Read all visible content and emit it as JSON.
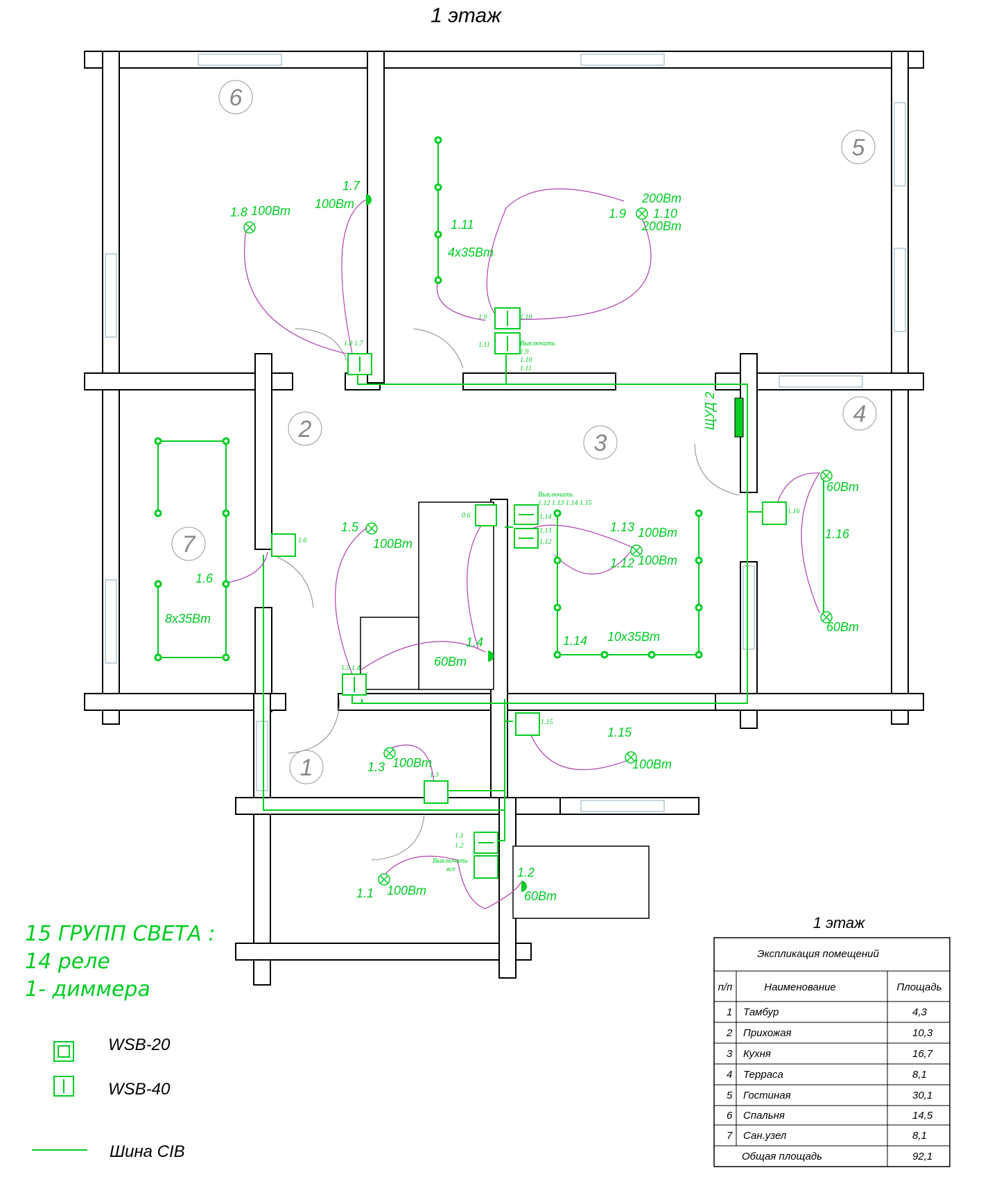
{
  "title": "1 этаж",
  "room_numbers": [
    "1",
    "2",
    "3",
    "4",
    "5",
    "6",
    "7"
  ],
  "lights": {
    "l1_1": "1.1",
    "w1_1": "100Вт",
    "l1_2": "1.2",
    "w1_2": "60Вт",
    "l1_3": "1.3",
    "w1_3": "100Вт",
    "l1_4": "1.4",
    "w1_4": "60Вт",
    "l1_5": "1.5",
    "w1_5": "100Вт",
    "l1_6": "1.6",
    "w1_6": "8х35Вт",
    "l1_7": "1.7",
    "w1_7": "100Вт",
    "l1_8": "1.8",
    "w1_8": "100Вт",
    "l1_9": "1.9",
    "w1_9": "200Вт",
    "l1_10": "1.10",
    "w1_10": "200Вт",
    "l1_11": "1.11",
    "w1_11": "4х35Вт",
    "l1_12": "1.12",
    "w1_12": "100Вт",
    "l1_13": "1.13",
    "w1_13": "100Вт",
    "l1_14": "1.14",
    "w1_14": "10х35Вт",
    "l1_15": "1.15",
    "w1_15": "100Вт",
    "l1_16": "1.16",
    "w1_16a": "60Вт",
    "w1_16b": "60Вт"
  },
  "panel_label": "ЩУД 2",
  "switch_notes": {
    "off_all": "Выключить",
    "off_all_word": "все",
    "s_18_17": "1.8  1.7",
    "s_19": "1.9",
    "s_110": "1.10",
    "s_111": "1.11",
    "s_list_9_11": [
      "1.9",
      "1.10",
      "1.11"
    ],
    "s_16": "1.6",
    "s_06": "0.6",
    "s_list_12_15": "1.12 1.13  1.14 1.15",
    "s_114": "1.14",
    "s_113": "1.13",
    "s_112": "1.12",
    "s_116": "1.16",
    "s_15_14": "1.5 1.4",
    "s_115": "1.15",
    "s_13": "1.3",
    "s_11": "1.1",
    "s_12": "1.2"
  },
  "summary": {
    "line1": "15  ГРУПП СВЕТА :",
    "line2": "14 реле",
    "line3": "1- диммера"
  },
  "legend": {
    "wsb20": "WSB-20",
    "wsb40": "WSB-40",
    "bus": "Шина CIB"
  },
  "table": {
    "heading": "1 этаж",
    "caption": "Экспликация помещений",
    "col_num": "п/п",
    "col_name": "Наименование",
    "col_area": "Площадь",
    "rows": [
      {
        "n": "1",
        "name": "Тамбур",
        "area": "4,3"
      },
      {
        "n": "2",
        "name": "Прихожая",
        "area": "10,3"
      },
      {
        "n": "3",
        "name": "Кухня",
        "area": "16,7"
      },
      {
        "n": "4",
        "name": "Терраса",
        "area": "8,1"
      },
      {
        "n": "5",
        "name": "Гостиная",
        "area": "30,1"
      },
      {
        "n": "6",
        "name": "Спальня",
        "area": "14,5"
      },
      {
        "n": "7",
        "name": "Сан.узел",
        "area": "8,1"
      }
    ],
    "total_label": "Общая площадь",
    "total_value": "92,1"
  },
  "colors": {
    "bus": "#00cc22",
    "wire": "#b040b0",
    "wall": "#000000",
    "window": "#88a9b8"
  }
}
